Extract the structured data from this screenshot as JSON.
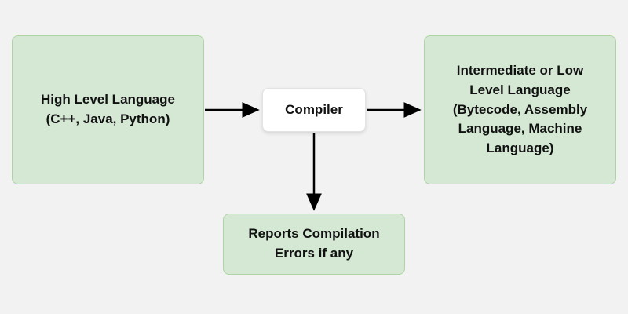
{
  "diagram": {
    "title": "Compiler flow diagram",
    "nodes": {
      "high_level": {
        "label": "High Level Language\n(C++, Java, Python)"
      },
      "compiler": {
        "label": "Compiler"
      },
      "output": {
        "label": "Intermediate or Low\nLevel Language\n(Bytecode, Assembly\nLanguage, Machine\nLanguage)"
      },
      "errors": {
        "label": "Reports Compilation\nErrors if any"
      }
    },
    "edges": [
      {
        "from": "high_level",
        "to": "compiler",
        "direction": "right"
      },
      {
        "from": "compiler",
        "to": "output",
        "direction": "right"
      },
      {
        "from": "compiler",
        "to": "errors",
        "direction": "down"
      }
    ],
    "colors": {
      "background": "#f2f2f2",
      "node_fill": "#d5e8d4",
      "node_border": "#aed3a5",
      "compiler_fill": "#ffffff",
      "arrow": "#000000",
      "text": "#111111"
    }
  }
}
